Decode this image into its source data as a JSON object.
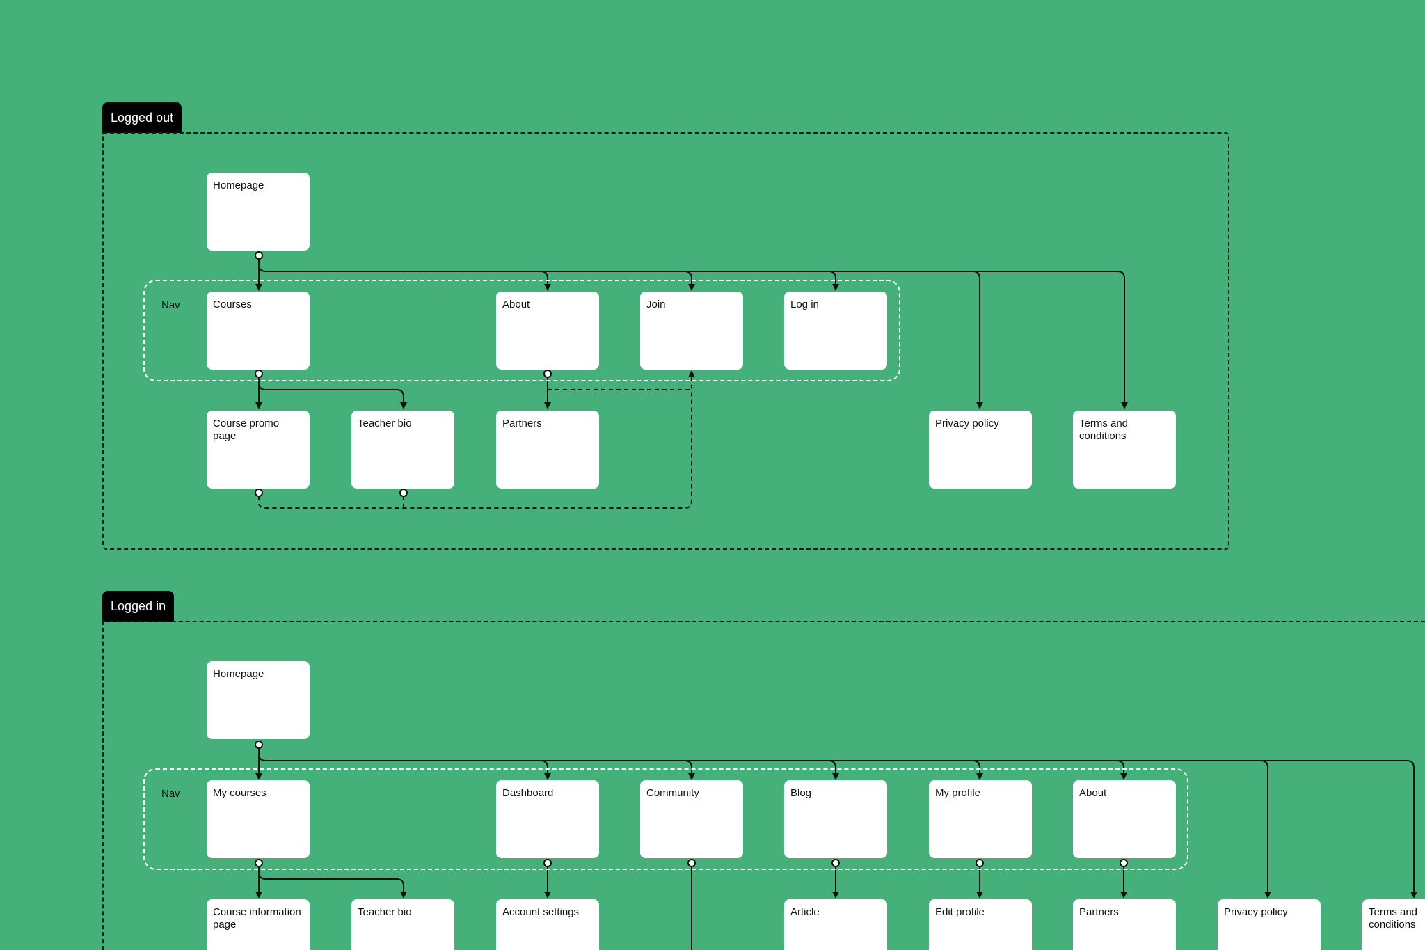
{
  "sections": {
    "logged_out": {
      "title": "Logged out",
      "nav_label": "Nav"
    },
    "logged_in": {
      "title": "Logged in",
      "nav_label": "Nav"
    }
  },
  "logged_out_pages": {
    "homepage": "Homepage",
    "courses": "Courses",
    "about": "About",
    "join": "Join",
    "log_in": "Log in",
    "course_promo_page": "Course promo page",
    "teacher_bio": "Teacher bio",
    "partners": "Partners",
    "privacy_policy": "Privacy policy",
    "terms_and_conditions": "Terms and conditions"
  },
  "logged_in_pages": {
    "homepage": "Homepage",
    "my_courses": "My courses",
    "dashboard": "Dashboard",
    "community": "Community",
    "blog": "Blog",
    "my_profile": "My profile",
    "about": "About",
    "course_information_page": "Course information page",
    "teacher_bio": "Teacher bio",
    "account_settings": "Account settings",
    "article": "Article",
    "edit_profile": "Edit profile",
    "partners": "Partners",
    "privacy_policy": "Privacy policy",
    "terms_and_conditions": "Terms and conditions"
  },
  "colors": {
    "background": "#46b07a",
    "node_fill": "#ffffff",
    "line": "#111111",
    "tab_fill": "#000000",
    "nav_outline": "#ffffff"
  }
}
